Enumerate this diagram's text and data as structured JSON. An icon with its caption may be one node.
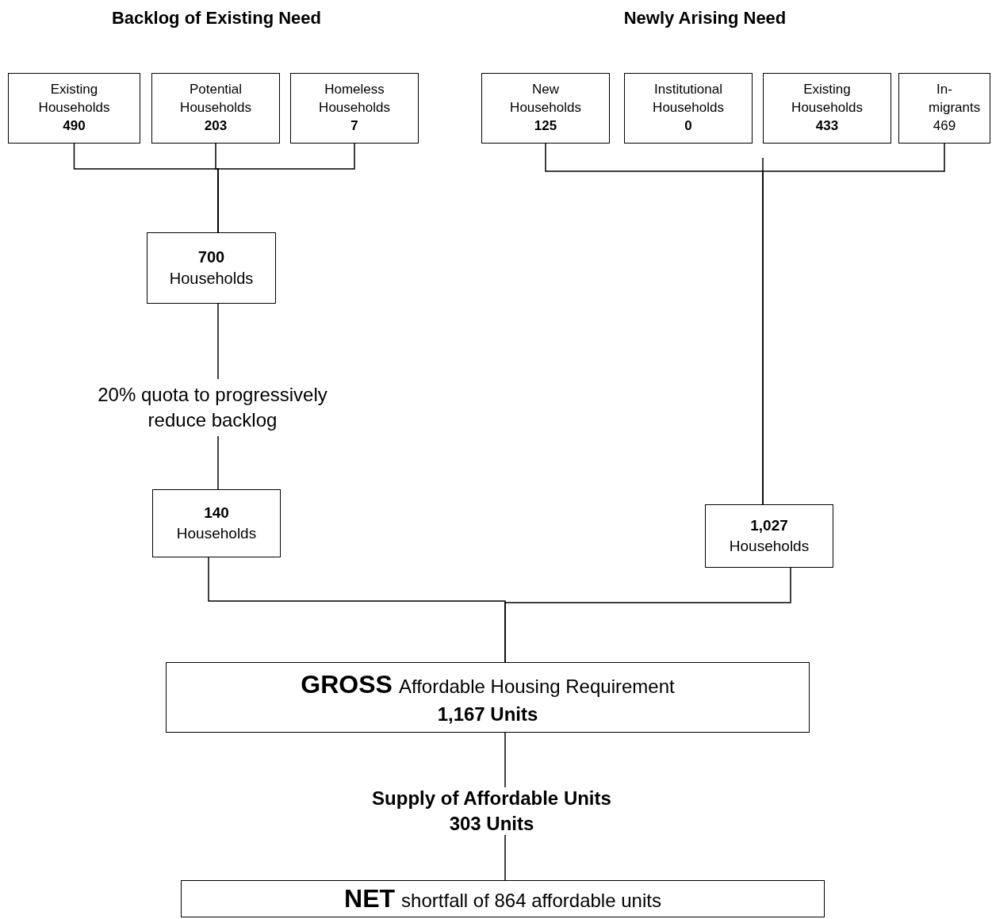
{
  "diagram": {
    "nodes": [
      {
        "text": [
          "Existing Households",
          "490"
        ]
      },
      {
        "text": [
          "Potential Households",
          "203"
        ]
      },
      {
        "text": [
          "Homeless Households",
          "7"
        ]
      },
      {
        "text": [
          "New Households",
          "125"
        ]
      },
      {
        "text": [
          "Institutional Households",
          "0"
        ]
      },
      {
        "text": [
          "Existing Households",
          "433"
        ]
      },
      {
        "text": [
          "In-migrants",
          "469"
        ]
      },
      {
        "text": [
          "700",
          "Households"
        ]
      },
      {
        "text": [
          "20% quota to progressively reduce backlog"
        ]
      },
      {
        "text": [
          "140",
          "Households"
        ]
      },
      {
        "text": [
          "1,027",
          "Households"
        ]
      },
      {
        "text": [
          "GROSS",
          "Affordable Housing Requirement",
          "1,167 Units"
        ]
      },
      {
        "text": [
          "Supply of Affordable Units",
          "303 Units"
        ]
      },
      {
        "text": [
          "NET",
          "shortfall of 864 affordable units"
        ]
      }
    ],
    "edges": [
      {
        "from": 0,
        "to": 7,
        "arrow": "none"
      },
      {
        "from": 1,
        "to": 7,
        "arrow": "none"
      },
      {
        "from": 2,
        "to": 7,
        "arrow": "none"
      },
      {
        "from": 7,
        "to": 8,
        "arrow": "none"
      },
      {
        "from": 8,
        "to": 9,
        "arrow": "none"
      },
      {
        "from": 3,
        "to": 10,
        "arrow": "none"
      },
      {
        "from": 6,
        "to": 10,
        "arrow": "none"
      },
      {
        "from": 9,
        "to": 11,
        "arrow": "none"
      },
      {
        "from": 10,
        "to": 11,
        "arrow": "none"
      },
      {
        "from": 11,
        "to": 12,
        "arrow": "none"
      },
      {
        "from": 12,
        "to": 13,
        "arrow": "none"
      }
    ],
    "labels": [
      "Backlog of Existing Need",
      "Newly Arising Need"
    ]
  }
}
